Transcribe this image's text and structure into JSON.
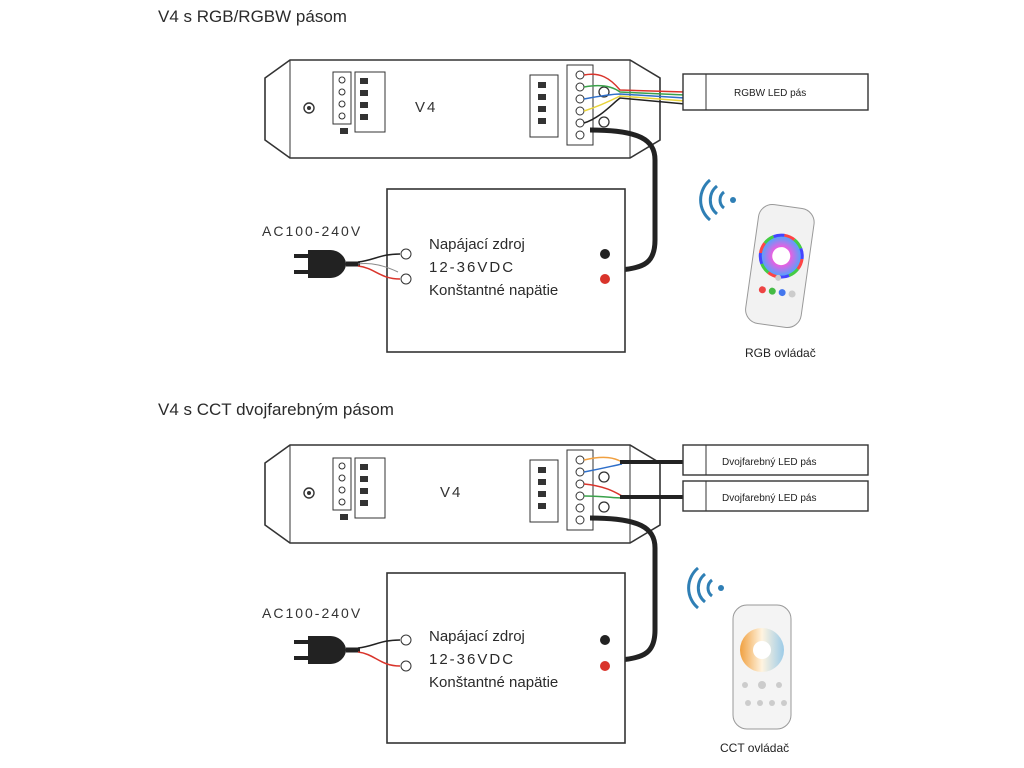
{
  "section_rgb": {
    "title": "V4 s RGB/RGBW pásom",
    "controller_label": "V4",
    "strip_label": "RGBW LED pás",
    "ac_label": "AC100-240V",
    "psu_line1": "Napájací zdroj",
    "psu_line2": "12-36VDC",
    "psu_line3": "Konštantné napätie",
    "remote_caption": "RGB ovládač"
  },
  "section_cct": {
    "title": "V4 s CCT dvojfarebným pásom",
    "controller_label": "V4",
    "strip1_label": "Dvojfarebný LED pás",
    "strip2_label": "Dvojfarebný LED pás",
    "ac_label": "AC100-240V",
    "psu_line1": "Napájací zdroj",
    "psu_line2": "12-36VDC",
    "psu_line3": "Konštantné napätie",
    "remote_caption": "CCT ovládač"
  },
  "colors": {
    "outline": "#333333",
    "wire_black": "#222222",
    "wire_red": "#d9342b",
    "wifi_blue": "#2f7fb5",
    "rgbw_wires": [
      "#d9342b",
      "#3aa14a",
      "#2f6fc9",
      "#e8d33a",
      "#222222"
    ],
    "cct_warm": "#f0a040",
    "cct_cool": "#9ccbe8"
  },
  "icons": [
    "wifi-icon",
    "plug-icon",
    "screw-terminal-icon",
    "remote-icon"
  ]
}
